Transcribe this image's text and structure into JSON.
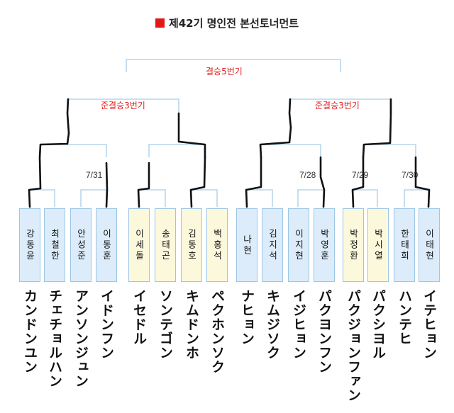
{
  "title": "제42기 명인전 본선토너먼트",
  "rounds": {
    "final": "결승5번기",
    "semi_left": "준결승3번기",
    "semi_right": "준결승3번기"
  },
  "dates": [
    "7/31",
    "7/28",
    "7/29",
    "7/30"
  ],
  "players": [
    {
      "name": "강동윤",
      "kana": "カンドンユン",
      "color": "blue"
    },
    {
      "name": "최철한",
      "kana": "チェチョルハン",
      "color": "blue"
    },
    {
      "name": "안성준",
      "kana": "アンソンジュン",
      "color": "blue"
    },
    {
      "name": "이동훈",
      "kana": "イドンフン",
      "color": "blue"
    },
    {
      "name": "이세돌",
      "kana": "イセドル",
      "color": "yellow"
    },
    {
      "name": "송태곤",
      "kana": "ソンテゴン",
      "color": "yellow"
    },
    {
      "name": "김동호",
      "kana": "キムドンホ",
      "color": "yellow"
    },
    {
      "name": "백홍석",
      "kana": "ペクホンソク",
      "color": "yellow"
    },
    {
      "name": "나현",
      "kana": "ナヒョン",
      "color": "blue"
    },
    {
      "name": "김지석",
      "kana": "キムジソク",
      "color": "blue"
    },
    {
      "name": "이지현",
      "kana": "イジヒョン",
      "color": "blue"
    },
    {
      "name": "박영훈",
      "kana": "パクヨンフン",
      "color": "blue"
    },
    {
      "name": "박정환",
      "kana": "パクジョンファン",
      "color": "yellow"
    },
    {
      "name": "박시열",
      "kana": "パクシヨル",
      "color": "yellow"
    },
    {
      "name": "한태희",
      "kana": "ハンテヒ",
      "color": "blue"
    },
    {
      "name": "이태현",
      "kana": "イテヒョン",
      "color": "blue"
    }
  ]
}
